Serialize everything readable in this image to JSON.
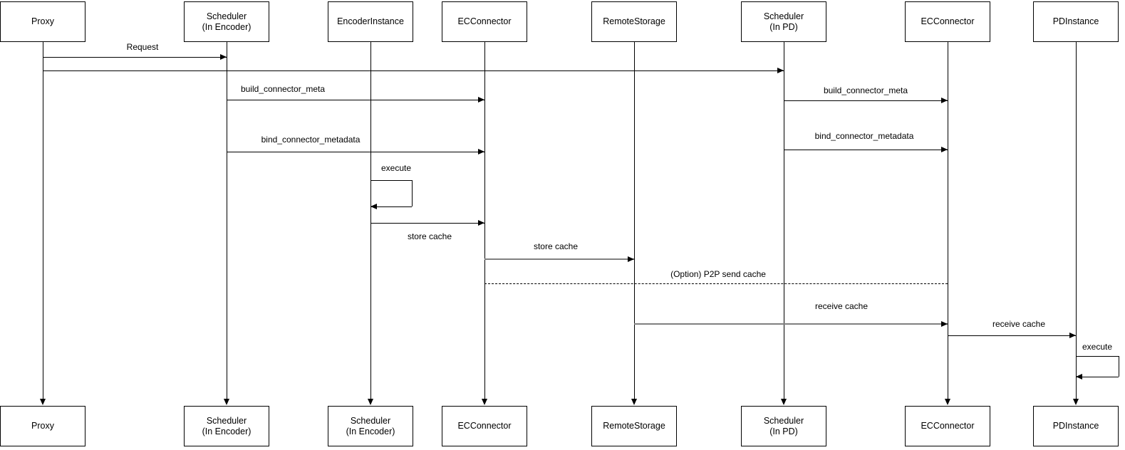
{
  "diagram": {
    "type": "sequence",
    "colors": {
      "background": "#ffffff",
      "line": "#000000",
      "gray_line": "#808080",
      "text": "#000000",
      "box_fill": "#ffffff",
      "box_border": "#000000"
    },
    "participants": [
      {
        "id": "proxy",
        "top_label": "Proxy",
        "bottom_label": "Proxy"
      },
      {
        "id": "scheduler-encoder",
        "top_label": "Scheduler\n(In Encoder)",
        "bottom_label": "Scheduler\n(In Encoder)"
      },
      {
        "id": "encoder-instance",
        "top_label": "EncoderInstance",
        "bottom_label": "Scheduler\n(In Encoder)"
      },
      {
        "id": "ec-connector-encoder",
        "top_label": "ECConnector",
        "bottom_label": "ECConnector"
      },
      {
        "id": "remote-storage",
        "top_label": "RemoteStorage",
        "bottom_label": "RemoteStorage"
      },
      {
        "id": "scheduler-pd",
        "top_label": "Scheduler\n(In PD)",
        "bottom_label": "Scheduler\n(In PD)"
      },
      {
        "id": "ec-connector-pd",
        "top_label": "ECConnector",
        "bottom_label": "ECConnector"
      },
      {
        "id": "pd-instance",
        "top_label": "PDInstance",
        "bottom_label": "PDInstance"
      }
    ],
    "messages": [
      {
        "label": "Request",
        "from": "Proxy",
        "to": "Scheduler (In Encoder)",
        "line": "solid"
      },
      {
        "label": "",
        "from": "Proxy",
        "to": "Scheduler (In PD)",
        "line": "solid"
      },
      {
        "label": "build_connector_meta",
        "from": "Scheduler (In Encoder)",
        "to": "ECConnector",
        "line": "solid"
      },
      {
        "label": "build_connector_meta",
        "from": "Scheduler (In PD)",
        "to": "ECConnector",
        "line": "solid"
      },
      {
        "label": "bind_connector_metadata",
        "from": "Scheduler (In Encoder)",
        "to": "ECConnector",
        "line": "solid"
      },
      {
        "label": "bind_connector_metadata",
        "from": "Scheduler (In PD)",
        "to": "ECConnector",
        "line": "solid"
      },
      {
        "label": "execute",
        "from": "EncoderInstance",
        "to": "EncoderInstance",
        "line": "solid",
        "self_message": true
      },
      {
        "label": "store cache",
        "from": "EncoderInstance",
        "to": "ECConnector",
        "line": "solid"
      },
      {
        "label": "store cache",
        "from": "ECConnector",
        "to": "RemoteStorage",
        "line": "solid"
      },
      {
        "label": "(Option) P2P send cache",
        "from": "ECConnector",
        "to": "ECConnector",
        "line": "dashed"
      },
      {
        "label": "receive cache",
        "from": "RemoteStorage",
        "to": "ECConnector",
        "line": "solid"
      },
      {
        "label": "receive cache",
        "from": "ECConnector",
        "to": "PDInstance",
        "line": "solid"
      },
      {
        "label": "execute",
        "from": "PDInstance",
        "to": "PDInstance",
        "line": "solid",
        "self_message": true
      }
    ]
  }
}
